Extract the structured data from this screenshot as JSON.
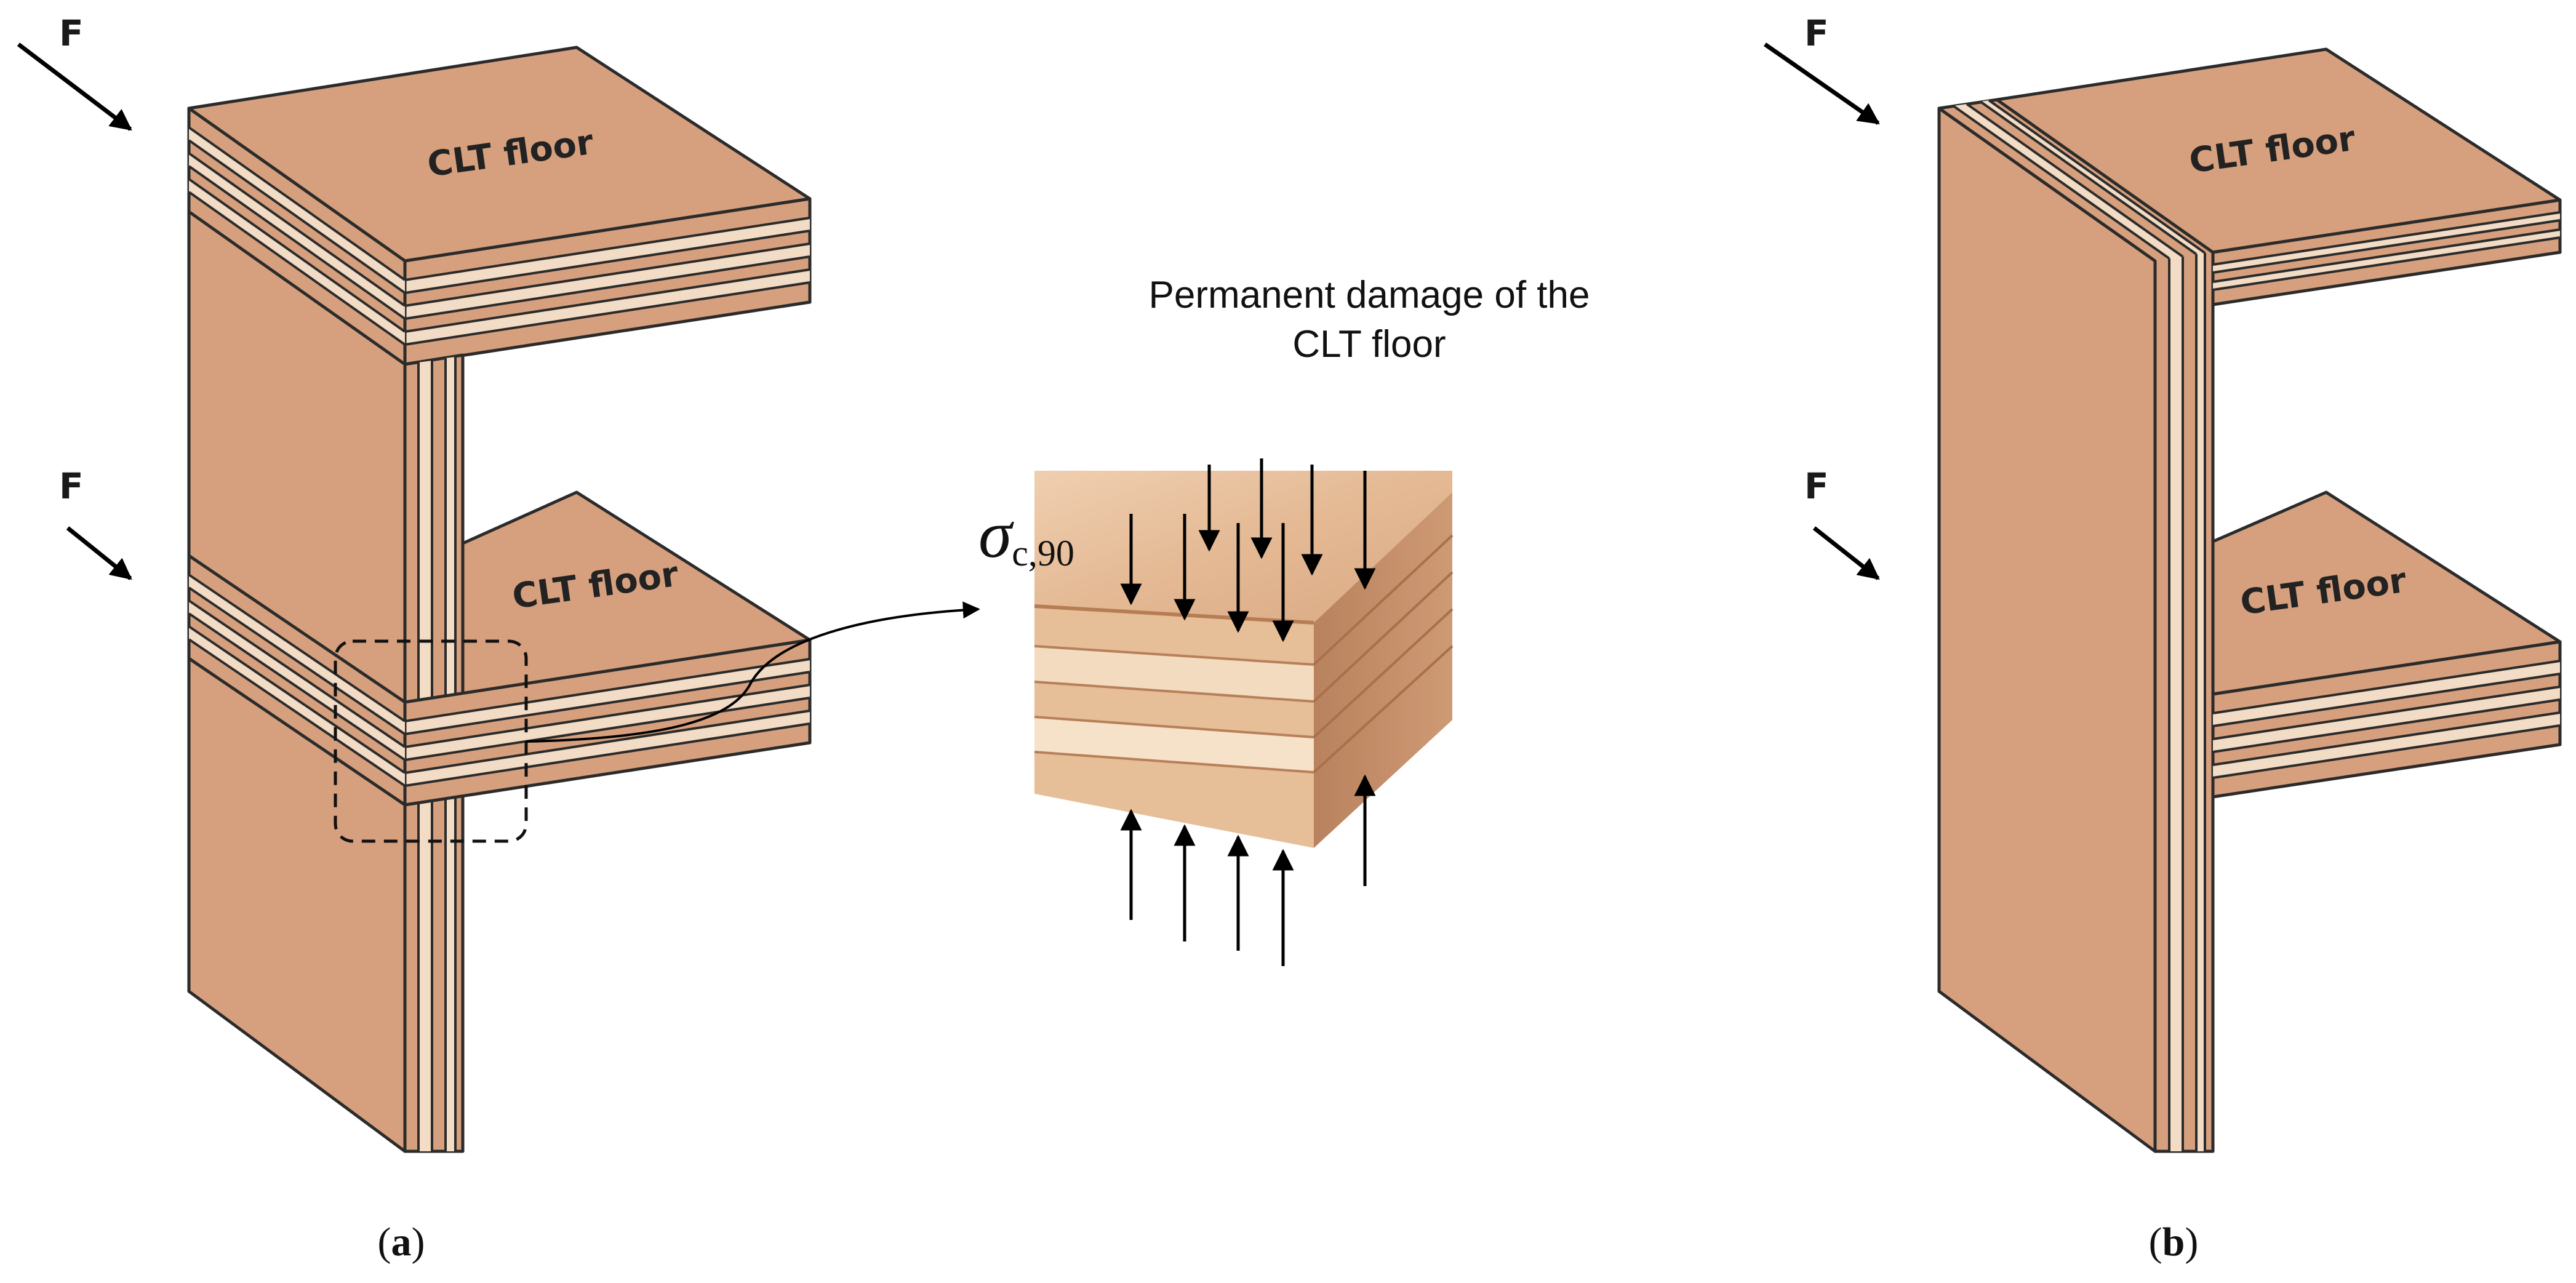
{
  "labels": {
    "force": "F",
    "floor": "CLT floor",
    "note_line1": "Permanent damage of the",
    "note_line2": "CLT floor",
    "sigma_symbol": "σ",
    "sigma_subscript": "c,90",
    "panel_a": "a",
    "panel_b": "b"
  },
  "colors": {
    "panel": "#D6A07E",
    "panel_side": "#C8906E",
    "lamination": "#F2DCC5",
    "edge": "#2b2b2b",
    "arrow": "#000000",
    "wood_light": "#E9C7A6",
    "wood_dark": "#C9956C"
  }
}
